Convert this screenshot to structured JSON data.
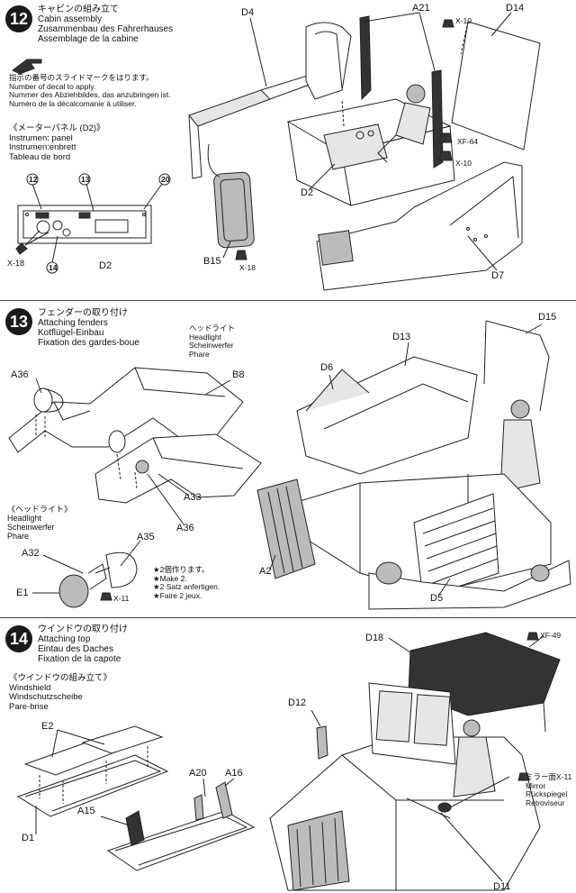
{
  "step12": {
    "number": "12",
    "title_jp": "キャビンの組み立て",
    "title_en": "Cabin assembly",
    "title_de": "Zusammenbau des Fahrerhauses",
    "title_fr": "Assemblage de la cabine",
    "decal_note_jp": "指示の番号のスライドマークをはります。",
    "decal_note_en": "Number of decal to apply.",
    "decal_note_de": "Nummer des Abziehbildes, das anzubringen ist.",
    "decal_note_fr": "Numéro de la décalcomanie à utiliser.",
    "panel_title_jp": "《メーターパネル (D2)》",
    "panel_en": "Instrumen: panel",
    "panel_de": "Instrumen:enbrett",
    "panel_fr": "Tableau de bord",
    "decals": [
      "12",
      "13",
      "20",
      "14"
    ],
    "labels": {
      "d4": "D4",
      "a21": "A21",
      "d14": "D14",
      "x10a": "X-10",
      "xf64": "XF-64",
      "x10b": "X-10",
      "d2": "D2",
      "d7": "D7",
      "b15": "B15",
      "x18": "X-18",
      "x18b": "X-18",
      "d2b": "D2"
    }
  },
  "step13": {
    "number": "13",
    "title_jp": "フェンダーの取り付け",
    "title_en": "Attaching fenders",
    "title_de": "Kotflügel-Einbau",
    "title_fr": "Fixation des gardes-boue",
    "headlight_jp": "ヘッドライト",
    "headlight_en": "Headlight",
    "headlight_de": "Scheinwerfer",
    "headlight_fr": "Phare",
    "headlight2_jp": "《ヘッドライト》",
    "headlight2_en": "Headlight",
    "headlight2_de": "Scheinwerfer",
    "headlight2_fr": "Phare",
    "make2_jp": "★2個作ります。",
    "make2_en": "★Make 2.",
    "make2_de": "★2 Satz anfertigen.",
    "make2_fr": "★Faire 2 jeux.",
    "labels": {
      "a36": "A36",
      "b8": "B8",
      "a33": "A33",
      "a36b": "A36",
      "a35": "A35",
      "a32": "A32",
      "e1": "E1",
      "x11": "X-11",
      "d6": "D6",
      "d13": "D13",
      "d15": "D15",
      "a2": "A2",
      "d5": "D5"
    }
  },
  "step14": {
    "number": "14",
    "title_jp": "ウインドウの取り付け",
    "title_en": "Attaching top",
    "title_de": "Eintau des Daches",
    "title_fr": "Fixation de la capote",
    "windshield_jp": "《ウインドウの組み立て》",
    "windshield_en": "Windshield",
    "windshield_de": "Windschutzscheibe",
    "windshield_fr": "Pare-brise",
    "mirror_jp": "ミラー面",
    "mirror_code": "X-11",
    "mirror_en": "Mirror",
    "mirror_de": "Rückspiegel",
    "mirror_fr": "Rétroviseur",
    "labels": {
      "e2": "E2",
      "d1": "D1",
      "a20": "A20",
      "a16": "A16",
      "a15": "A15",
      "d18": "D18",
      "xf49": "XF-49",
      "d12": "D12",
      "d11": "D11"
    }
  }
}
